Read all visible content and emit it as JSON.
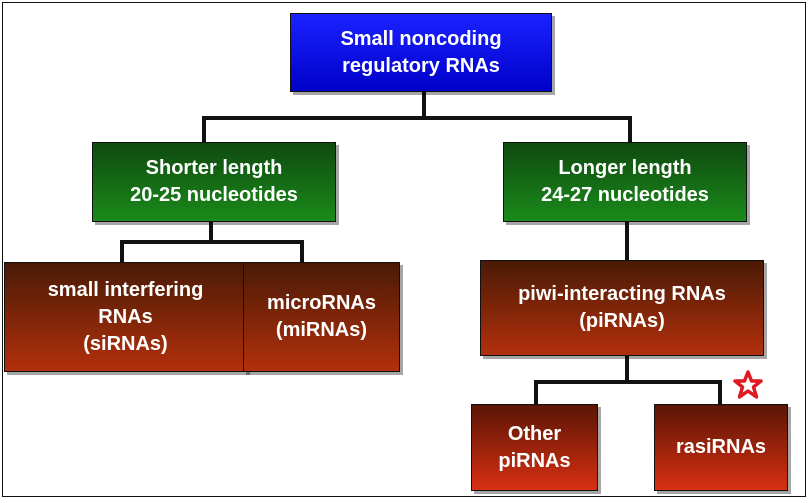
{
  "diagram": {
    "root": {
      "label": "Small noncoding\nregulatory RNAs"
    },
    "shorter": {
      "label": "Shorter length\n20-25 nucleotides"
    },
    "longer": {
      "label": "Longer length\n24-27 nucleotides"
    },
    "sirna": {
      "label": "small interfering\nRNAs\n(siRNAs)"
    },
    "mirna": {
      "label": "microRNAs\n(miRNAs)"
    },
    "pirna": {
      "label": "piwi-interacting RNAs\n(piRNAs)"
    },
    "other_pirna": {
      "label": "Other\npiRNAs"
    },
    "rasirna": {
      "label": "rasiRNAs",
      "marker": "star-icon"
    }
  },
  "colors": {
    "root": "#0a10f0",
    "length_nodes": "#157015",
    "rna_nodes": "#8a2a0a",
    "leaf_nodes": "#b82c10",
    "star": "#e01a20",
    "connector": "#111111"
  }
}
